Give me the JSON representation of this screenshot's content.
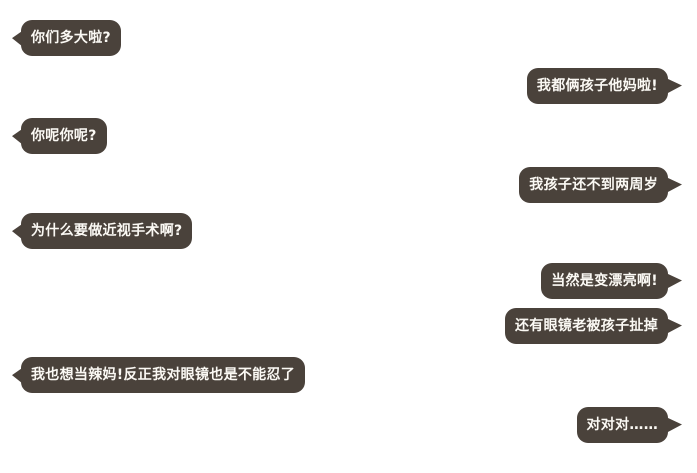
{
  "page": {
    "background_color": "#ffffff"
  },
  "chat": {
    "bubble_color": "#4a423b",
    "text_color": "#fbf9f4",
    "messages": [
      {
        "side": "left",
        "text": "你们多大啦?"
      },
      {
        "side": "right",
        "text": "我都俩孩子他妈啦!"
      },
      {
        "side": "left",
        "text": "你呢你呢?"
      },
      {
        "side": "right",
        "text": "我孩子还不到两周岁"
      },
      {
        "side": "left",
        "text": "为什么要做近视手术啊?"
      },
      {
        "side": "right",
        "text": "当然是变漂亮啊!"
      },
      {
        "side": "right",
        "text": "还有眼镜老被孩子扯掉"
      },
      {
        "side": "left",
        "text": "我也想当辣妈!反正我对眼镜也是不能忍了"
      },
      {
        "side": "right",
        "text": "对对对……"
      }
    ]
  }
}
